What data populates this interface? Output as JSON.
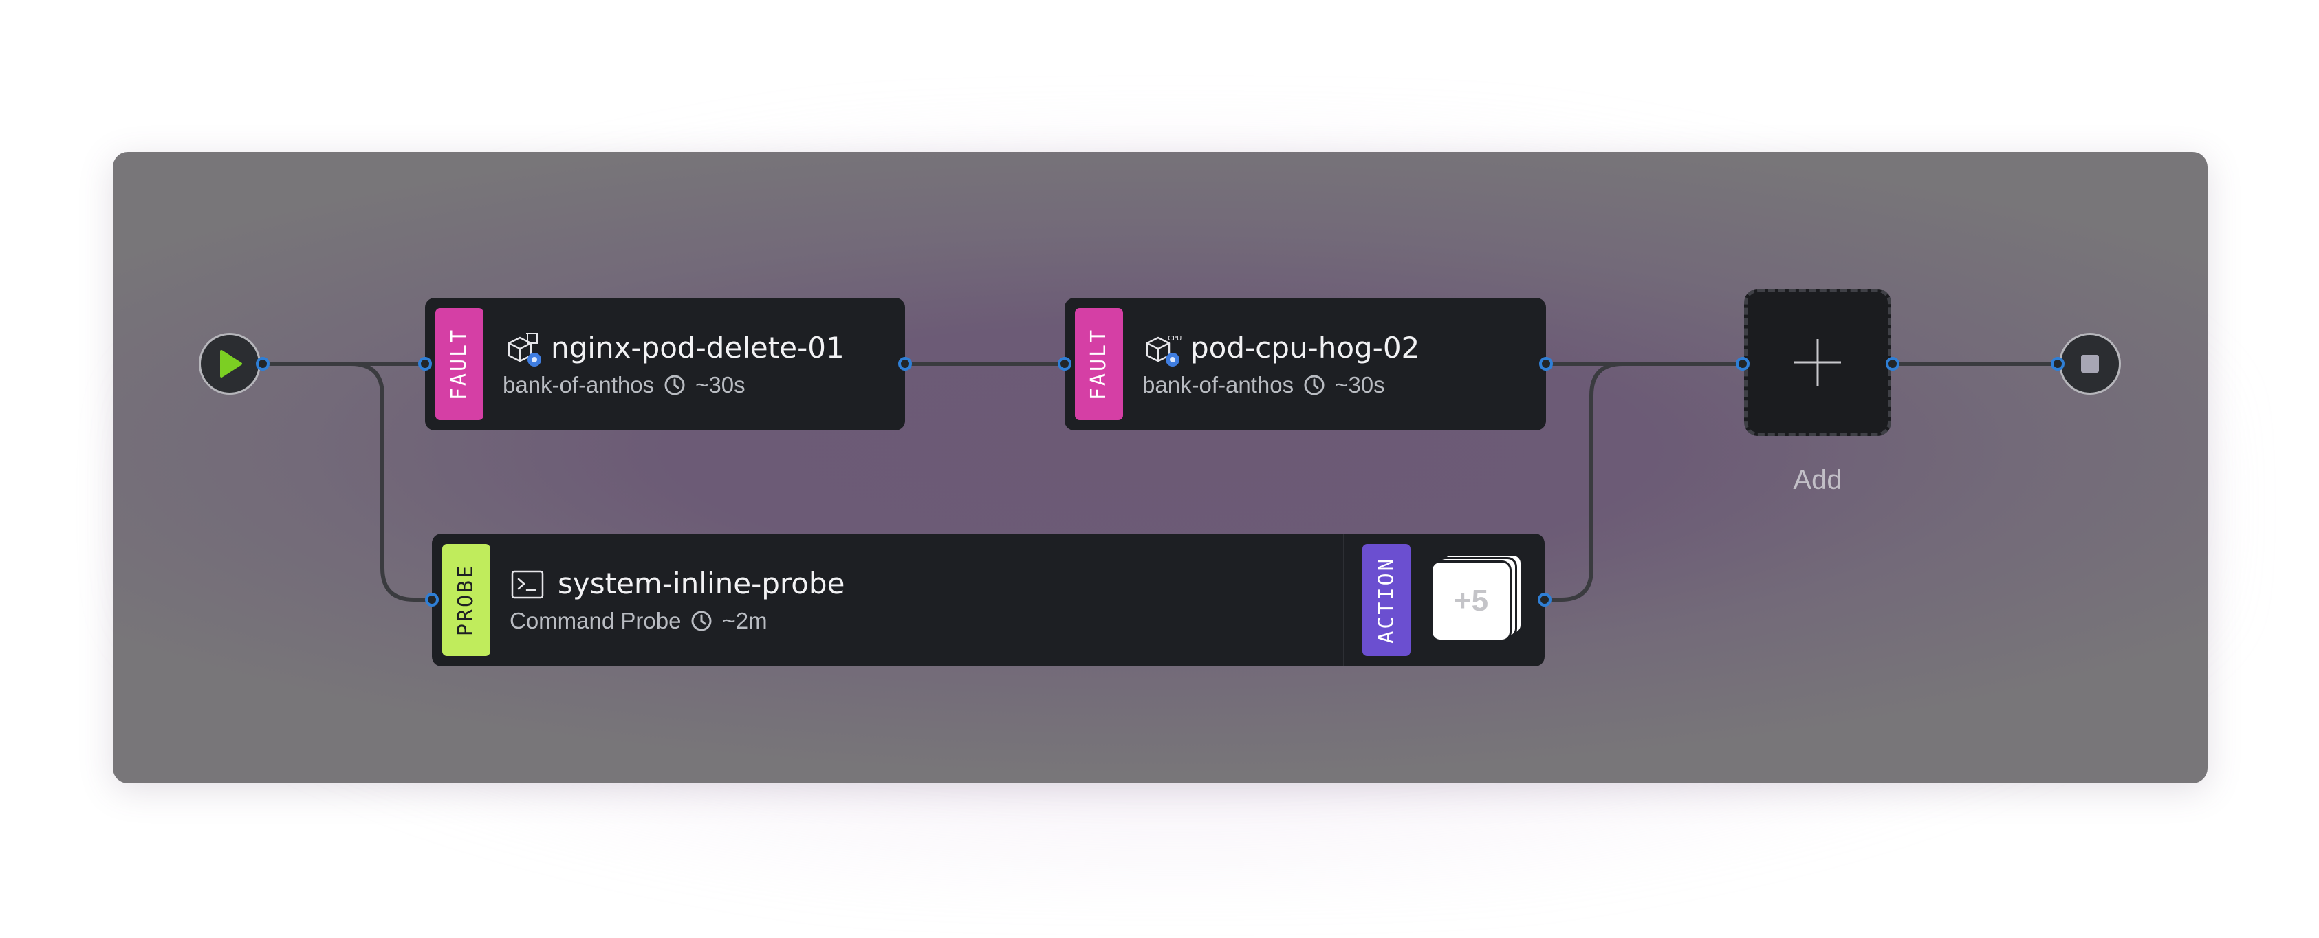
{
  "nodes": [
    {
      "tag": "FAULT",
      "title": "nginx-pod-delete-01",
      "namespace": "bank-of-anthos",
      "duration": "~30s",
      "icon": "pod-delete-icon"
    },
    {
      "tag": "FAULT",
      "title": "pod-cpu-hog-02",
      "namespace": "bank-of-anthos",
      "duration": "~30s",
      "icon": "pod-cpu-icon"
    },
    {
      "tag": "PROBE",
      "title": "system-inline-probe",
      "namespace": "Command Probe",
      "duration": "~2m",
      "icon": "terminal-icon",
      "action_tag": "ACTION",
      "more_count": "+5"
    }
  ],
  "add_label": "Add",
  "colors": {
    "fault_tag": "#d53fa5",
    "probe_tag": "#c0ec5c",
    "action_tag": "#6b4fd0",
    "port": "#2f7fd6",
    "start_icon": "#7ccf23",
    "stop_icon": "#a7a6b4"
  }
}
